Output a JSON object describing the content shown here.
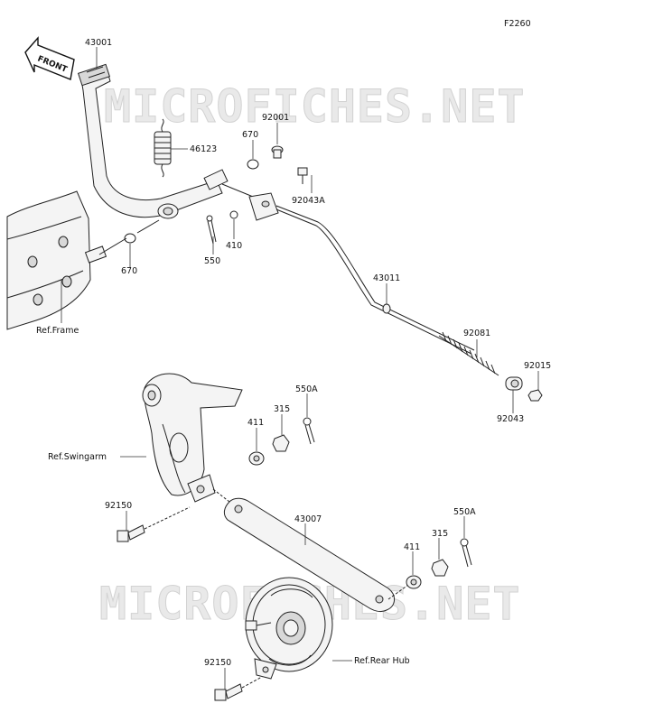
{
  "figure_code": "F2260",
  "front_arrow": "FRONT",
  "watermark": "MICROFICHES.NET",
  "parts": {
    "p43001": "43001",
    "p46123": "46123",
    "p670a": "670",
    "p670b": "670",
    "p92001": "92001",
    "p92043A": "92043A",
    "p410": "410",
    "p550": "550",
    "p43011": "43011",
    "p92081": "92081",
    "p92015": "92015",
    "p92043": "92043",
    "p550Aa": "550A",
    "p315a": "315",
    "p411a": "411",
    "p92150a": "92150",
    "p43007": "43007",
    "p550Ab": "550A",
    "p315b": "315",
    "p411b": "411",
    "p92150b": "92150"
  },
  "refs": {
    "frame": "Ref.Frame",
    "swingarm": "Ref.Swingarm",
    "rear_hub": "Ref.Rear Hub"
  }
}
